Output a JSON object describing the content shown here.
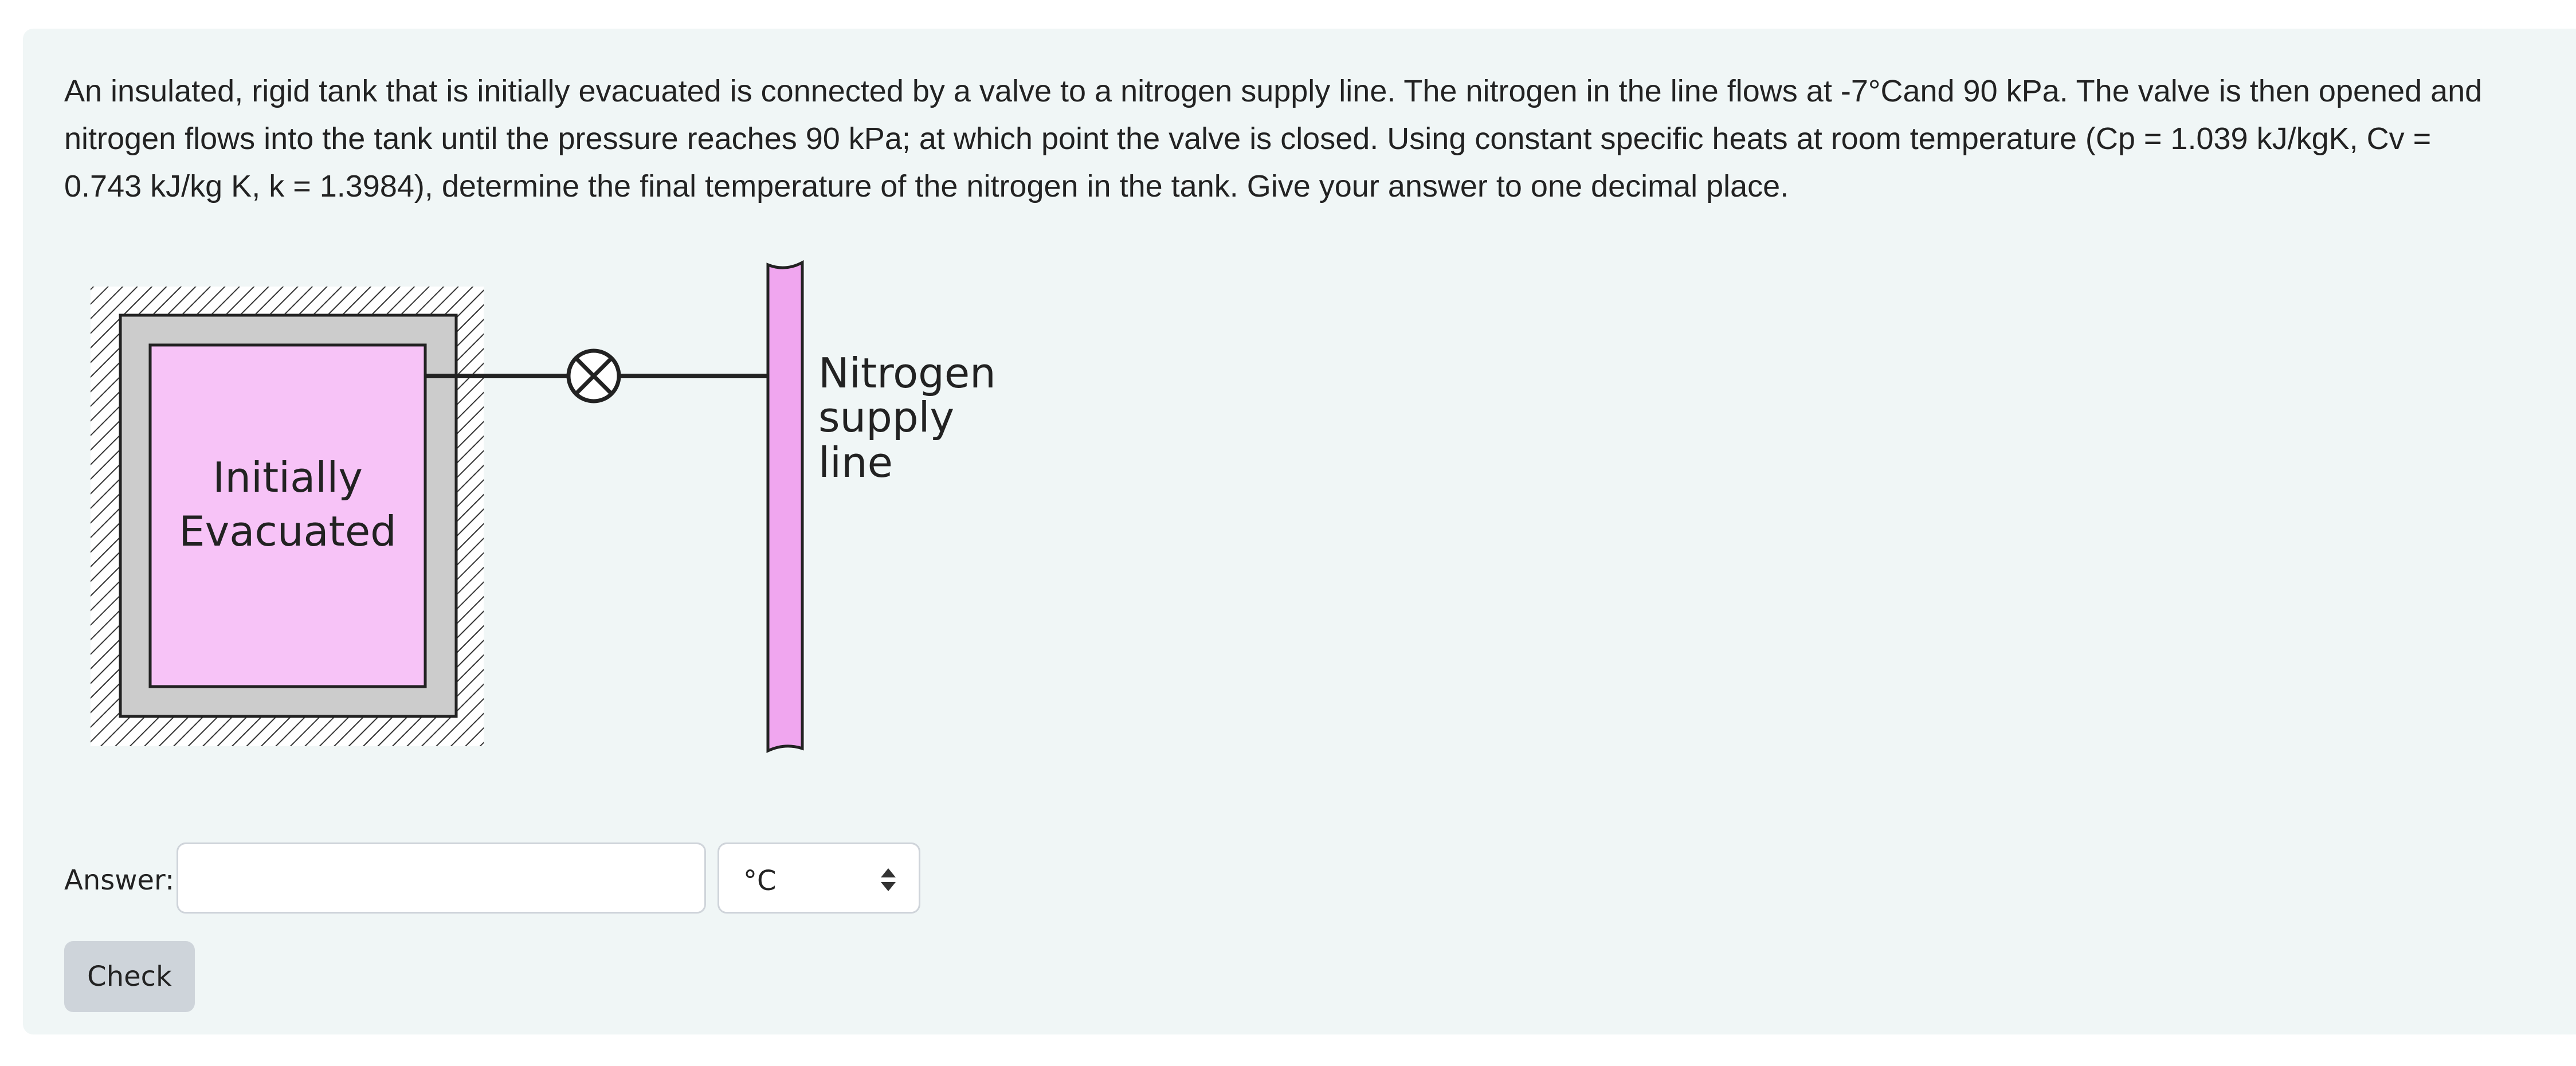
{
  "question": {
    "lines": [
      "An insulated, rigid tank that is initially evacuated is connected by a valve to a nitrogen supply line. The nitrogen in the line flows at -7°Cand 90 kPa. The valve is then opened and",
      "nitrogen flows into the tank until the pressure reaches 90 kPa; at which point the valve is closed. Using constant specific heats at room temperature (Cp = 1.039 kJ/kgK, Cv =",
      "0.743 kJ/kg K, k = 1.3984), determine the final temperature of the nitrogen in the tank. Give your answer to one decimal place."
    ]
  },
  "diagram": {
    "tank_label_line1": "Initially",
    "tank_label_line2": "Evacuated",
    "supply_label_line1": "Nitrogen",
    "supply_label_line2": "supply",
    "supply_label_line3": "line",
    "tank_fill_color": "#f7c3f7",
    "pipe_fill_color": "#f0a6ef",
    "insulation_color": "#cccccc",
    "valve_icon": "valve-x-icon"
  },
  "answer": {
    "label": "Answer:",
    "value": "",
    "unit_selected": "°C"
  },
  "check_label": "Check",
  "colors": {
    "card_background": "#f0f6f6",
    "button_background": "#ced4da",
    "input_border": "#cfd4da"
  }
}
